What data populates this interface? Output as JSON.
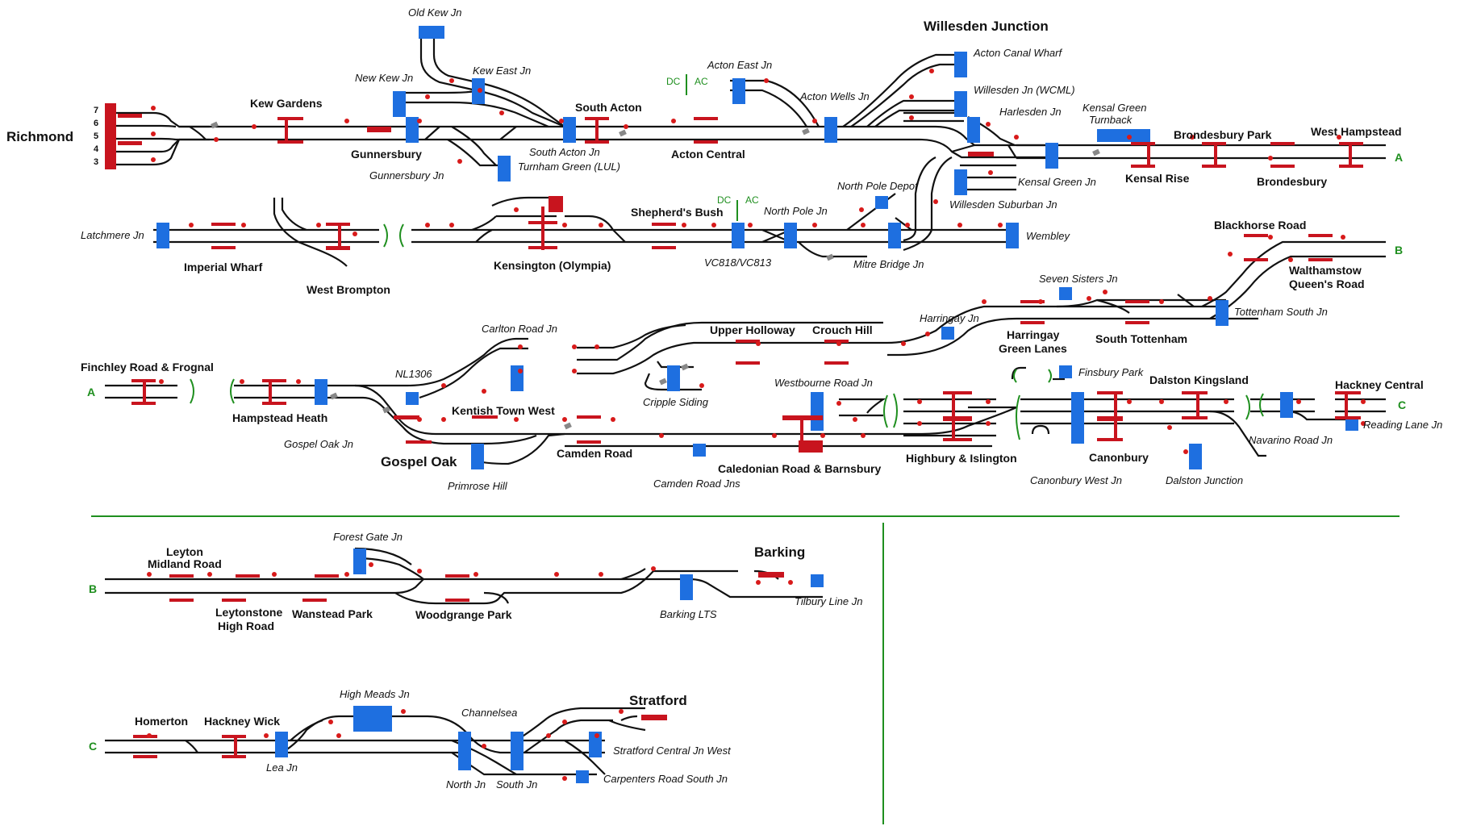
{
  "diagram": {
    "colors": {
      "track": "#111111",
      "signal_box": "#1e6fe0",
      "platform": "#c8141e",
      "divider": "#1f8f1f",
      "depot": "#888888"
    },
    "stations": [
      {
        "id": "richmond",
        "label": "Richmond"
      },
      {
        "id": "kew-gardens",
        "label": "Kew Gardens"
      },
      {
        "id": "gunnersbury",
        "label": "Gunnersbury"
      },
      {
        "id": "south-acton",
        "label": "South Acton"
      },
      {
        "id": "acton-central",
        "label": "Acton Central"
      },
      {
        "id": "willesden-junction",
        "label": "Willesden Junction"
      },
      {
        "id": "brondesbury-park",
        "label": "Brondesbury Park"
      },
      {
        "id": "west-hampstead",
        "label": "West Hampstead"
      },
      {
        "id": "kensal-rise",
        "label": "Kensal Rise"
      },
      {
        "id": "brondesbury",
        "label": "Brondesbury"
      },
      {
        "id": "imperial-wharf",
        "label": "Imperial Wharf"
      },
      {
        "id": "west-brompton",
        "label": "West Brompton"
      },
      {
        "id": "kensington-olympia",
        "label": "Kensington (Olympia)"
      },
      {
        "id": "shepherds-bush",
        "label": "Shepherd's Bush"
      },
      {
        "id": "blackhorse-road",
        "label": "Blackhorse Road"
      },
      {
        "id": "walthamstow-1",
        "label": "Walthamstow"
      },
      {
        "id": "walthamstow-2",
        "label": "Queen's Road"
      },
      {
        "id": "harringay-1",
        "label": "Harringay"
      },
      {
        "id": "harringay-2",
        "label": "Green Lanes"
      },
      {
        "id": "south-tottenham",
        "label": "South Tottenham"
      },
      {
        "id": "upper-holloway",
        "label": "Upper Holloway"
      },
      {
        "id": "crouch-hill",
        "label": "Crouch Hill"
      },
      {
        "id": "finchley-road",
        "label": "Finchley Road & Frognal"
      },
      {
        "id": "hampstead-heath",
        "label": "Hampstead Heath"
      },
      {
        "id": "kentish-town-west",
        "label": "Kentish Town West"
      },
      {
        "id": "gospel-oak",
        "label": "Gospel Oak"
      },
      {
        "id": "camden-road",
        "label": "Camden Road"
      },
      {
        "id": "caledonian-road",
        "label": "Caledonian Road & Barnsbury"
      },
      {
        "id": "highbury",
        "label": "Highbury & Islington"
      },
      {
        "id": "dalston-kingsland",
        "label": "Dalston Kingsland"
      },
      {
        "id": "canonbury",
        "label": "Canonbury"
      },
      {
        "id": "hackney-central",
        "label": "Hackney Central"
      },
      {
        "id": "leyton-1",
        "label": "Leyton"
      },
      {
        "id": "leyton-2",
        "label": "Midland Road"
      },
      {
        "id": "leytonstone-1",
        "label": "Leytonstone"
      },
      {
        "id": "leytonstone-2",
        "label": "High Road"
      },
      {
        "id": "wanstead-park",
        "label": "Wanstead Park"
      },
      {
        "id": "woodgrange-park",
        "label": "Woodgrange Park"
      },
      {
        "id": "barking",
        "label": "Barking"
      },
      {
        "id": "homerton",
        "label": "Homerton"
      },
      {
        "id": "hackney-wick",
        "label": "Hackney Wick"
      },
      {
        "id": "stratford",
        "label": "Stratford"
      }
    ],
    "junctions": [
      {
        "id": "old-kew",
        "label": "Old Kew Jn"
      },
      {
        "id": "new-kew",
        "label": "New Kew Jn"
      },
      {
        "id": "kew-east",
        "label": "Kew East Jn"
      },
      {
        "id": "gunnersbury-jn",
        "label": "Gunnersbury Jn"
      },
      {
        "id": "south-acton-jn",
        "label": "South Acton Jn"
      },
      {
        "id": "turnham-green",
        "label": "Turnham Green (LUL)"
      },
      {
        "id": "acton-east",
        "label": "Acton East Jn"
      },
      {
        "id": "acton-wells",
        "label": "Acton Wells Jn"
      },
      {
        "id": "acton-canal",
        "label": "Acton Canal Wharf"
      },
      {
        "id": "willesden-wcml",
        "label": "Willesden Jn (WCML)"
      },
      {
        "id": "harlesden",
        "label": "Harlesden Jn"
      },
      {
        "id": "kensal-green-turnback-1",
        "label": "Kensal Green"
      },
      {
        "id": "kensal-green-turnback-2",
        "label": "Turnback"
      },
      {
        "id": "kensal-green-jn",
        "label": "Kensal Green Jn"
      },
      {
        "id": "north-pole-depot",
        "label": "North Pole Depot"
      },
      {
        "id": "willesden-suburban",
        "label": "Willesden Suburban Jn"
      },
      {
        "id": "latchmere",
        "label": "Latchmere Jn"
      },
      {
        "id": "north-pole-jn",
        "label": "North Pole Jn"
      },
      {
        "id": "wembley",
        "label": "Wembley"
      },
      {
        "id": "vc818",
        "label": "VC818/VC813"
      },
      {
        "id": "mitre-bridge",
        "label": "Mitre Bridge Jn"
      },
      {
        "id": "seven-sisters",
        "label": "Seven Sisters Jn"
      },
      {
        "id": "tottenham-south",
        "label": "Tottenham South Jn"
      },
      {
        "id": "harringay-jn",
        "label": "Harringay Jn"
      },
      {
        "id": "carlton-road",
        "label": "Carlton Road Jn"
      },
      {
        "id": "nl1306",
        "label": "NL1306"
      },
      {
        "id": "gospel-oak-jn",
        "label": "Gospel Oak Jn"
      },
      {
        "id": "cripple-siding",
        "label": "Cripple Siding"
      },
      {
        "id": "westbourne-road",
        "label": "Westbourne Road Jn"
      },
      {
        "id": "primrose-hill",
        "label": "Primrose Hill"
      },
      {
        "id": "camden-road-jns",
        "label": "Camden Road Jns"
      },
      {
        "id": "finsbury-park",
        "label": "Finsbury Park"
      },
      {
        "id": "canonbury-west",
        "label": "Canonbury West Jn"
      },
      {
        "id": "dalston-junction",
        "label": "Dalston Junction"
      },
      {
        "id": "navarino",
        "label": "Navarino Road Jn"
      },
      {
        "id": "reading-lane",
        "label": "Reading Lane Jn"
      },
      {
        "id": "forest-gate",
        "label": "Forest Gate Jn"
      },
      {
        "id": "barking-lts",
        "label": "Barking LTS"
      },
      {
        "id": "tilbury",
        "label": "Tilbury Line Jn"
      },
      {
        "id": "high-meads",
        "label": "High Meads Jn"
      },
      {
        "id": "channelsea",
        "label": "Channelsea"
      },
      {
        "id": "lea-jn",
        "label": "Lea Jn"
      },
      {
        "id": "north-jn",
        "label": "North Jn"
      },
      {
        "id": "south-jn",
        "label": "South Jn"
      },
      {
        "id": "stratford-central",
        "label": "Stratford Central Jn West"
      },
      {
        "id": "carpenters-road",
        "label": "Carpenters Road South Jn"
      }
    ],
    "connectors": [
      {
        "id": "conn-a-right",
        "label": "A"
      },
      {
        "id": "conn-a-left",
        "label": "A"
      },
      {
        "id": "conn-b-right",
        "label": "B"
      },
      {
        "id": "conn-b-left",
        "label": "B"
      },
      {
        "id": "conn-c-right",
        "label": "C"
      },
      {
        "id": "conn-c-left",
        "label": "C"
      }
    ],
    "power": [
      {
        "id": "dcac-1-dc",
        "label": "DC"
      },
      {
        "id": "dcac-1-ac",
        "label": "AC"
      },
      {
        "id": "dcac-2-dc",
        "label": "DC"
      },
      {
        "id": "dcac-2-ac",
        "label": "AC"
      }
    ],
    "platform_numbers": [
      "7",
      "6",
      "5",
      "4",
      "3"
    ]
  }
}
